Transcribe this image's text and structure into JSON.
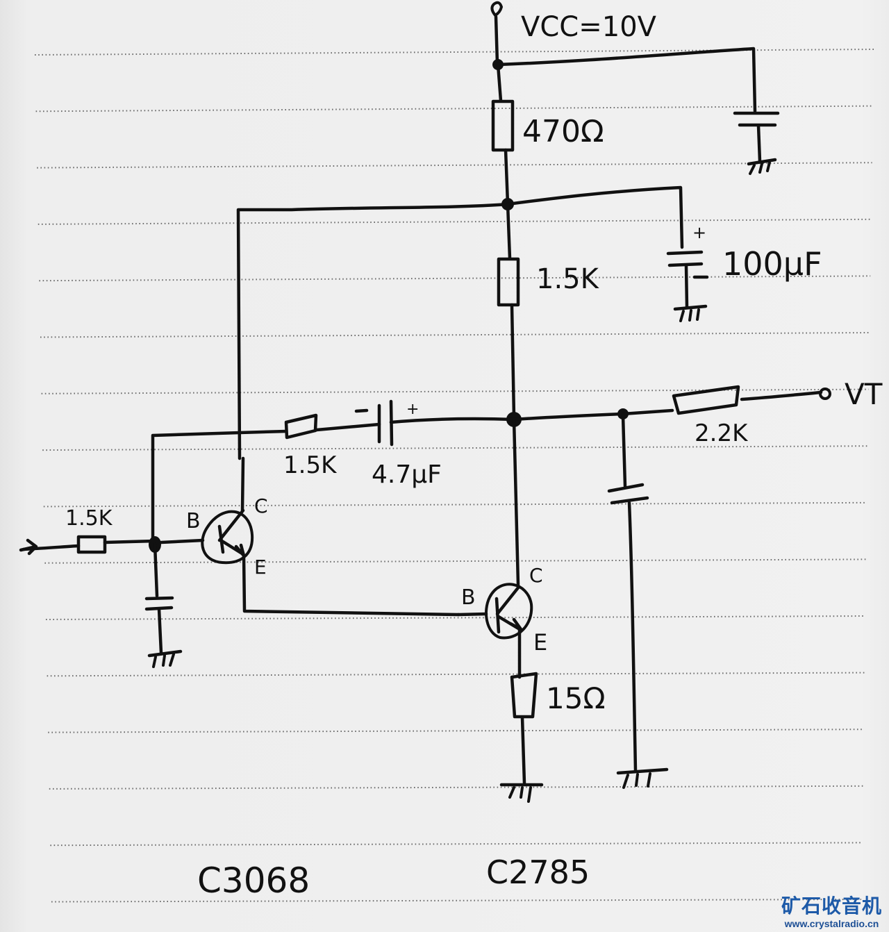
{
  "diagram": {
    "type": "hand-drawn circuit schematic",
    "supply": {
      "label": "VCC=10V"
    },
    "output": {
      "label": "VT"
    },
    "input": {
      "symbol": "arrow-in"
    },
    "components": {
      "r_supply": {
        "label": "470Ω",
        "type": "resistor"
      },
      "c_bypass_top": {
        "label": "",
        "type": "capacitor"
      },
      "c_electrolytic": {
        "label": "100μF",
        "plus": "+",
        "minus": "−",
        "type": "electrolytic capacitor"
      },
      "r_collector": {
        "label": "1.5K",
        "type": "resistor"
      },
      "r_feedback": {
        "label": "1.5K",
        "type": "resistor"
      },
      "c_coupling": {
        "label": "4.7μF",
        "plus": "+",
        "minus": "−",
        "type": "electrolytic capacitor"
      },
      "r_output": {
        "label": "2.2K",
        "type": "resistor"
      },
      "c_output": {
        "label": "",
        "type": "capacitor"
      },
      "r_input": {
        "label": "1.5K",
        "type": "resistor"
      },
      "c_input": {
        "label": "",
        "type": "capacitor"
      },
      "r_emitter": {
        "label": "15Ω",
        "type": "resistor"
      },
      "q1": {
        "type": "NPN transistor",
        "base": "B",
        "collector": "C",
        "emitter": "E",
        "part": "C3068"
      },
      "q2": {
        "type": "NPN transistor",
        "base": "B",
        "collector": "C",
        "emitter": "E",
        "part": "C2785"
      }
    }
  },
  "watermark": {
    "title": "矿石收音机",
    "url": "www.crystalradio.cn",
    "color": "#1d5aa8"
  }
}
